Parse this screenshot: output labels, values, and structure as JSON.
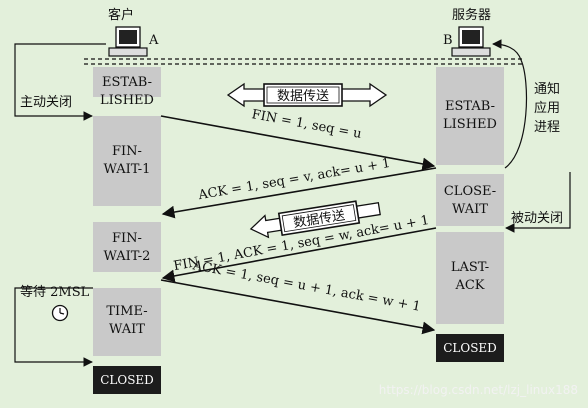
{
  "client": {
    "label": "客户",
    "tag": "A"
  },
  "server": {
    "label": "服务器",
    "tag": "B"
  },
  "client_states": {
    "estab_l1": "ESTAB-",
    "estab_l2": "LISHED",
    "fin1_l1": "FIN-",
    "fin1_l2": "WAIT-1",
    "fin2_l1": "FIN-",
    "fin2_l2": "WAIT-2",
    "tw_l1": "TIME-",
    "tw_l2": "WAIT",
    "closed": "CLOSED"
  },
  "server_states": {
    "estab_l1": "ESTAB-",
    "estab_l2": "LISHED",
    "cw_l1": "CLOSE-",
    "cw_l2": "WAIT",
    "la_l1": "LAST-",
    "la_l2": "ACK",
    "closed": "CLOSED"
  },
  "messages": {
    "m1": "FIN = 1, seq = u",
    "m2": "ACK = 1, seq = v, ack= u + 1",
    "m3": "FIN = 1, ACK = 1, seq = w, ack= u + 1",
    "m4": "ACK = 1, seq = u + 1, ack = w + 1"
  },
  "labels": {
    "active_close": "主动关闭",
    "passive_close": "被动关闭",
    "notify_l1": "通知",
    "notify_l2": "应用",
    "notify_l3": "进程",
    "wait_2msl": "等待 2MSL",
    "data_transfer_1": "数据传送",
    "data_transfer_2": "数据传送"
  },
  "watermark": "https://blog.csdn.net/lzj_linux188",
  "colors": {
    "background": "#e3f0db",
    "column": "#c9c9c9",
    "closed_box": "#1c1c1c",
    "line": "#111111"
  }
}
